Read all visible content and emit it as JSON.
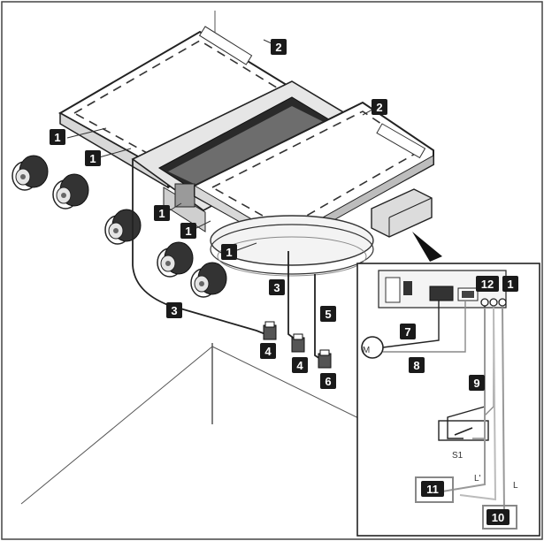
{
  "callouts": {
    "c1": "1",
    "c2": "2",
    "c3": "3",
    "c4": "4",
    "c5": "5",
    "c6": "6",
    "c7": "7",
    "c8": "8",
    "c9": "9",
    "c10": "10",
    "c11": "11",
    "c12": "12"
  },
  "labels": {
    "switch": "S1",
    "motor": "M",
    "wire_l_prime": "L'",
    "wire_l": "L"
  }
}
